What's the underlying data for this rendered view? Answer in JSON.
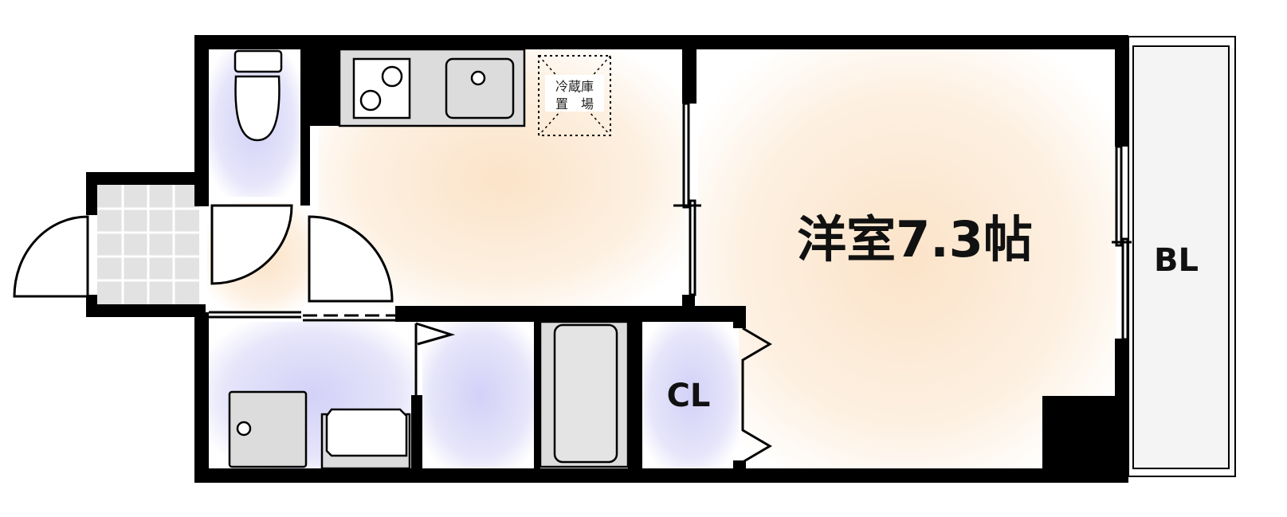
{
  "plan": {
    "rooms": {
      "western_room": "洋室7.3帖",
      "closet": "CL",
      "balcony": "BL"
    },
    "fridge_space": {
      "line1": "冷蔵庫",
      "line2": "置　場"
    },
    "colors": {
      "wall": "#000000",
      "floor_warm": "#fbe6cf",
      "floor_wet": "#d9d8f6",
      "fixture": "#dedede",
      "tile_grid": "#bdbdbd"
    }
  }
}
